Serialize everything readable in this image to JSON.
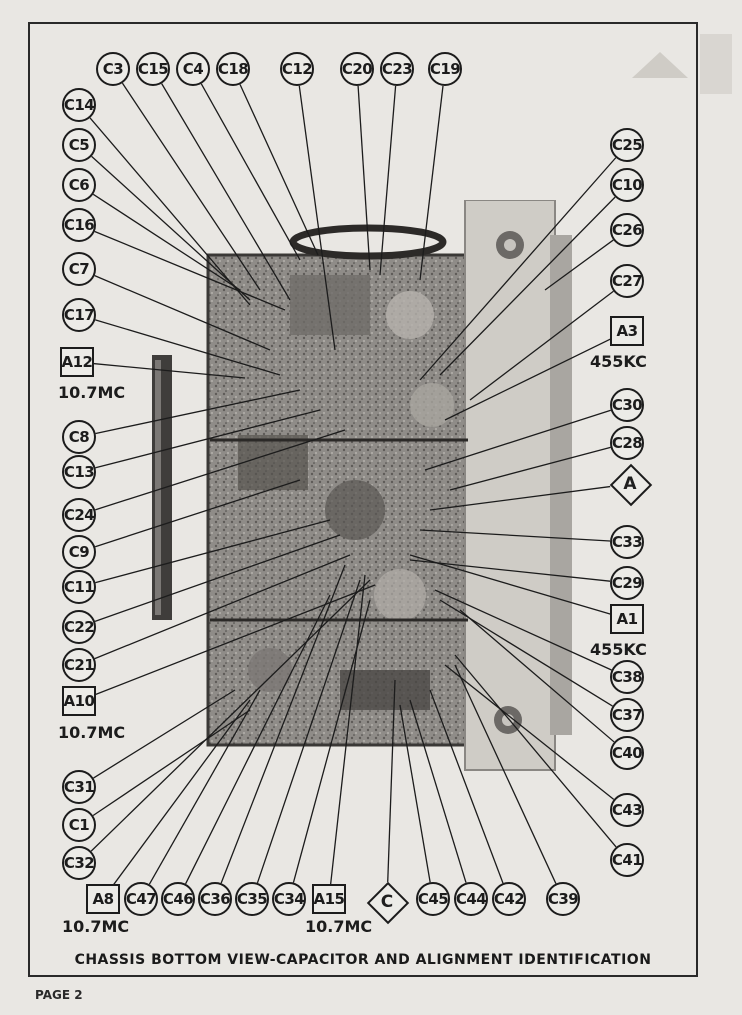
{
  "caption": "CHASSIS BOTTOM VIEW-CAPACITOR AND ALIGNMENT IDENTIFICATION",
  "page": "PAGE 2",
  "colors": {
    "ink": "#1c1c1c",
    "paper": "#e9e7e3"
  },
  "top_labels": [
    "C3",
    "C15",
    "C4",
    "C18",
    "C12",
    "C20",
    "C23",
    "C19"
  ],
  "left_labels": [
    "C14",
    "C5",
    "C6",
    "C16",
    "C7",
    "C17",
    "A12",
    "C8",
    "C13",
    "C24",
    "C9",
    "C11",
    "C22",
    "C21",
    "A10",
    "C31",
    "C1",
    "C32"
  ],
  "right_labels": [
    "C25",
    "C10",
    "C26",
    "C27",
    "A3",
    "C30",
    "C28",
    "A",
    "C33",
    "C29",
    "A1",
    "C38",
    "C37",
    "C40",
    "C43",
    "C41"
  ],
  "bottom_labels": [
    "A8",
    "C47",
    "C46",
    "C36",
    "C35",
    "C34",
    "A15",
    "C",
    "C45",
    "C44",
    "C42",
    "C39"
  ],
  "freq_labels": {
    "a12": "10.7MC",
    "a10": "10.7MC",
    "a8": "10.7MC",
    "a15": "10.7MC",
    "a3": "455KC",
    "a1": "455KC"
  }
}
